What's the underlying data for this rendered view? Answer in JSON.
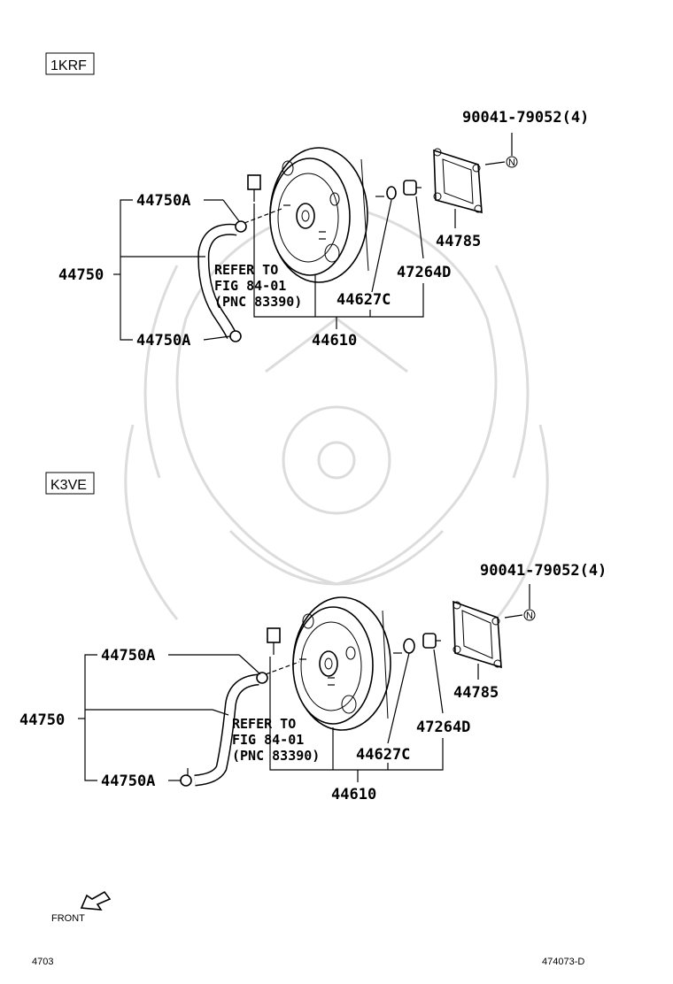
{
  "sections": [
    {
      "engine": "1KRF",
      "callouts": {
        "bolt": "90041-79052(4)",
        "hose_clip_top": "44750A",
        "hose": "44750",
        "hose_clip_bottom": "44750A",
        "gasket": "44785",
        "check_valve": "47264D",
        "grommet": "44627C",
        "booster": "44610"
      },
      "note": [
        "REFER TO",
        "FIG 84-01",
        "(PNC 83390)"
      ]
    },
    {
      "engine": "K3VE",
      "callouts": {
        "bolt": "90041-79052(4)",
        "hose_clip_top": "44750A",
        "hose": "44750",
        "hose_clip_bottom": "44750A",
        "gasket": "44785",
        "check_valve": "47264D",
        "grommet": "44627C",
        "booster": "44610"
      },
      "note": [
        "REFER TO",
        "FIG 84-01",
        "(PNC 83390)"
      ]
    }
  ],
  "front_label": "FRONT",
  "footer": {
    "left": "4703",
    "right": "474073-D"
  },
  "icons": [
    "front-arrow-icon",
    "bolt-nut-icon"
  ]
}
